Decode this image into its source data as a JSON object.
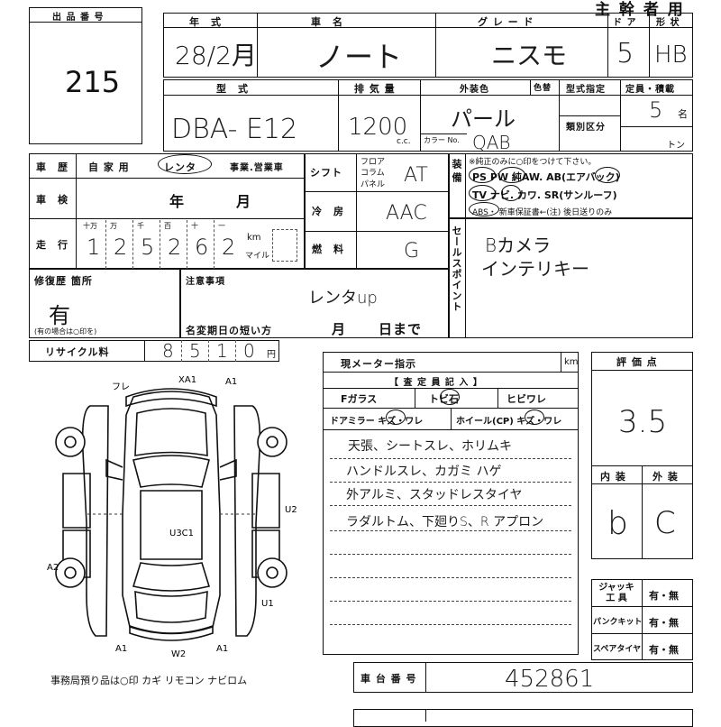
{
  "header": {
    "title": "主 幹 者 用",
    "lot_label": "出 品 番 号",
    "lot_number": "215"
  },
  "row1": {
    "year_label": "年　式",
    "year_value": "28/2月",
    "car_label": "車　名",
    "car_value": "ノート",
    "grade_label": "グ レ ー ド",
    "grade_value": "ニスモ",
    "door_label": "ド ア",
    "door_value": "5",
    "shape_label": "形 状",
    "shape_value": "HB"
  },
  "row2": {
    "model_label": "型　式",
    "model_value": "DBA- E12",
    "displacement_label": "排 気 量",
    "displacement_value": "1200",
    "displacement_unit": "c.c.",
    "exterior_label": "外装色",
    "exterior_value": "パール",
    "color_label": "色替",
    "color_no_label": "カラー No.",
    "color_no_value": "QAB",
    "type_spec_label": "型式指定",
    "class_label": "類別区分",
    "capacity_label": "定員・積載",
    "capacity_value": "5",
    "capacity_unit": "名",
    "ton_unit": "トン"
  },
  "history": {
    "label": "車　歴",
    "opt1": "自 家 用",
    "opt2": "レンタ",
    "opt3": "事業.営業車"
  },
  "inspection": {
    "label": "車　検",
    "year": "年",
    "month": "月"
  },
  "mileage": {
    "label": "走　行",
    "place_labels": [
      "十万",
      "万",
      "千",
      "百",
      "十",
      "一"
    ],
    "digits": [
      "1",
      "2",
      "5",
      "2",
      "6",
      "2"
    ],
    "unit_km": "km",
    "unit_mile": "マイル"
  },
  "shift": {
    "label": "シフト",
    "opts": [
      "フロア",
      "コラム",
      "パネル"
    ],
    "value": "AT"
  },
  "ac": {
    "label": "冷　房",
    "value": "AAC"
  },
  "fuel": {
    "label": "燃　料",
    "value": "G"
  },
  "equipment": {
    "label": "装 備",
    "note": "※純正のみに○印をつけて下さい。",
    "line1": "PS  PW  純AW.  AB(エアバック)",
    "line2": "TV  ナビ. カワ.  SR(サンルーフ)",
    "line3": "ABS・  新車保証書←(注) 後日送りのみ"
  },
  "sales_point": {
    "label": "セールスポイント",
    "line1": "Bカメラ",
    "line2": "インテリキー"
  },
  "repair": {
    "label": "修復歴 箇所",
    "value": "有",
    "note": "(有の場合は○印を)"
  },
  "notice": {
    "label": "注意事項",
    "value": "レンタup",
    "short_name_label": "名変期日の短い方",
    "month": "月",
    "day": "日まで"
  },
  "recycle": {
    "label": "リサイクル料",
    "digits": [
      "8",
      "5",
      "1",
      "0"
    ],
    "unit": "円"
  },
  "meter": {
    "label": "現メーター指示",
    "unit": "km"
  },
  "inspector": {
    "label": "【 査 定 員 記 入 】",
    "fglass": "Fガラス",
    "tobi": "トビ石",
    "hibi": "ヒビワレ",
    "mirror": "ドアミラー  キズ・ワレ",
    "wheel": "ホイール(CP)  キズ・ワレ",
    "notes": [
      "天張、シートスレ、ホリムキ",
      "ハンドルスレ、カガミ ハゲ",
      "外アルミ、スタッドレスタイヤ",
      "ラダルトム、下廻りS、R アプロン"
    ]
  },
  "score": {
    "label": "評 価 点",
    "value": "3.5",
    "interior_label": "内 装",
    "exterior_label": "外 装",
    "interior_value": "b",
    "exterior_value": "C"
  },
  "tools": {
    "jack_label": "ジャッキ 工 具",
    "jack_value": "有・無",
    "puncture_label": "パンクキット",
    "puncture_value": "有・無",
    "spare_label": "スペアタイヤ",
    "spare_value": "有・無"
  },
  "chassis": {
    "label": "車 台 番 号",
    "value": "452861"
  },
  "diagram": {
    "marks": [
      "フレ",
      "XA1",
      "A1",
      "U3C1",
      "U2",
      "A2",
      "U1",
      "A1",
      "W2",
      "A1"
    ],
    "footer": "事務局預り品は○印    カギ  リモコン  ナビロム"
  }
}
